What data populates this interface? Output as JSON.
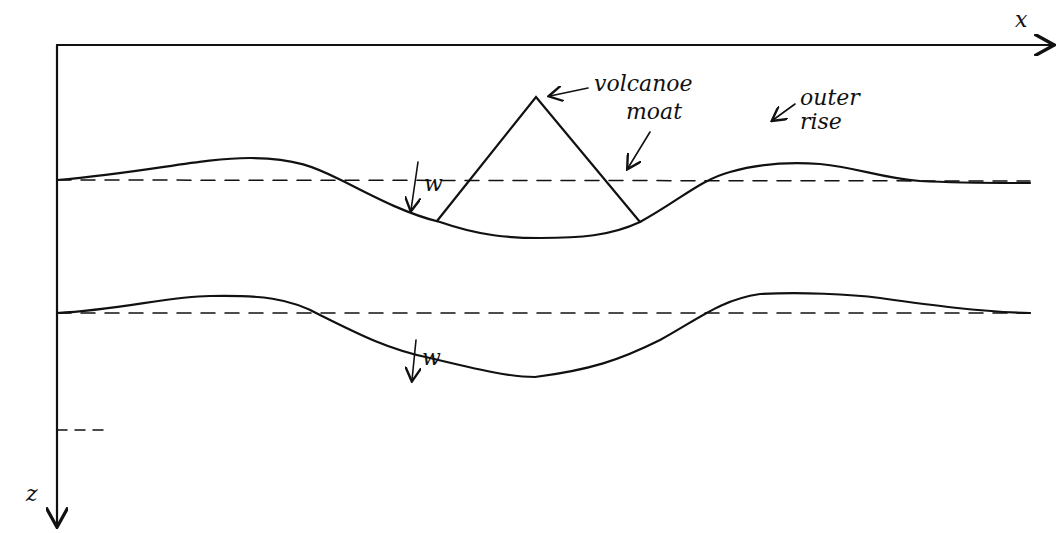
{
  "diagram": {
    "labels": [
      "x",
      "z",
      "volcanoe",
      "moat",
      "outer rise",
      "w",
      "w"
    ]
  }
}
